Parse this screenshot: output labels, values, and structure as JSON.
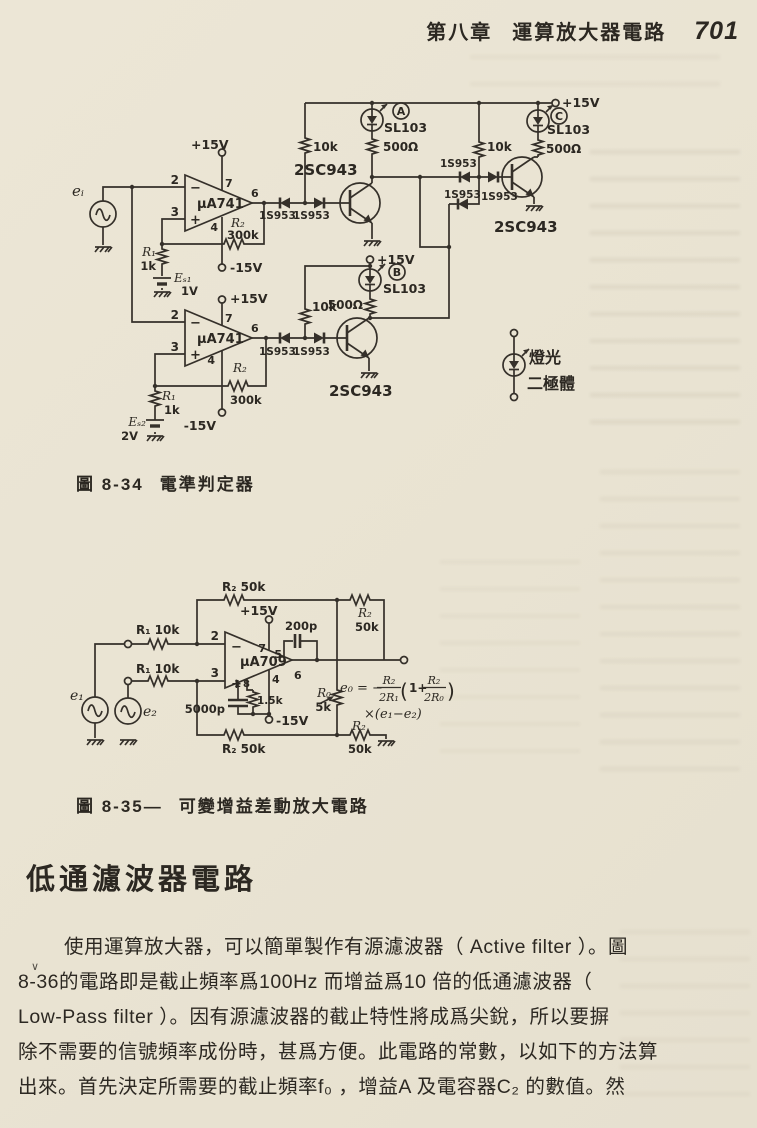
{
  "header": {
    "chapter": "第八章",
    "title": "運算放大器電路",
    "page": "701"
  },
  "fig34": {
    "caption_no": "圖 8-34",
    "caption": "電準判定器",
    "ei": "eᵢ",
    "opamp": "μA741",
    "minus": "−",
    "plus": "+",
    "p2": "2",
    "p3": "3",
    "p4": "4",
    "p6": "6",
    "p7": "7",
    "v_plus": "+15V",
    "v_minus": "-15V",
    "r1": "R₁",
    "r1v": "1k",
    "r2": "R₂",
    "r2v": "300k",
    "es1": "Eₛ₁",
    "es1v": "1V",
    "es2": "Eₛ₂",
    "es2v": "2V",
    "diode": "1S953",
    "tr": "2SC943",
    "r10k": "10k",
    "r500": "500Ω",
    "lamp": "SL103",
    "la": "A",
    "lb": "B",
    "lc": "C",
    "legend_l1": "燈光",
    "legend_l2": "二極體"
  },
  "fig35": {
    "caption_no": "圖 8-35—",
    "caption": "可變增益差動放大電路",
    "e1": "e₁",
    "e2": "e₂",
    "opamp": "μA709",
    "minus": "−",
    "plus": "+",
    "p1": "1",
    "p2": "2",
    "p3": "3",
    "p4": "4",
    "p5": "5",
    "p6": "6",
    "p7": "7",
    "p8": "8",
    "v_plus": "+15V",
    "v_minus": "-15V",
    "r1": "R₁ 10k",
    "r2_50k": "R₂ 50k",
    "r2": "R₂",
    "v50k": "50k",
    "c1": "200p",
    "c2": "5000p",
    "r3": "1.5k",
    "r0": "R₀",
    "r0v": "5k",
    "f_pre": "e₀ = −",
    "f_n1": "R₂",
    "f_d1": "2R₁",
    "f_o": "(",
    "f_mid": "1+",
    "f_n2": "R₂",
    "f_d2": "2R₀",
    "f_c": ")",
    "f_x": "×(e₁−e₂)"
  },
  "section": {
    "heading": "低通濾波器電路",
    "check": "∨",
    "lines": [
      "使用運算放大器，可以簡單製作有源濾波器（ Active filter ）。圖",
      "8-36的電路即是截止頻率爲100Hz 而增益爲10 倍的低通濾波器（",
      "Low-Pass filter ）。因有源濾波器的截止特性將成爲尖銳，所以要摒",
      "除不需要的信號頻率成份時，甚爲方便。此電路的常數，以如下的方法算",
      "出來。首先決定所需要的截止頻率f₀ ，增益A 及電容器C₂ 的數值。然"
    ]
  }
}
